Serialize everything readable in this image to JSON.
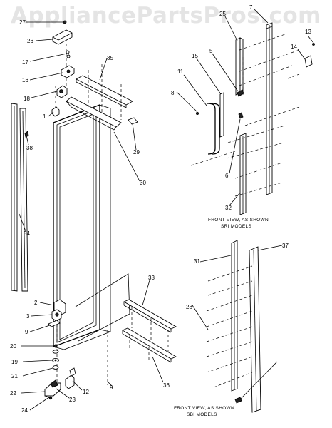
{
  "watermark": "AppliancePartsPros.com",
  "captions": {
    "sri_line1": "FRONT VIEW, AS SHOWN",
    "sri_line2": "SRI MODELS",
    "sbi_line1": "FRONT VIEW, AS SHOWN",
    "sbi_line2": "SBI MODELS"
  },
  "callouts": [
    "27",
    "26",
    "17",
    "16",
    "18",
    "1",
    "35",
    "29",
    "30",
    "38",
    "34",
    "2",
    "3",
    "9",
    "20",
    "19",
    "21",
    "22",
    "24",
    "23",
    "12",
    "33",
    "36",
    "9",
    "7",
    "13",
    "14",
    "25",
    "5",
    "15",
    "11",
    "8",
    "6",
    "32",
    "37",
    "31",
    "28"
  ]
}
